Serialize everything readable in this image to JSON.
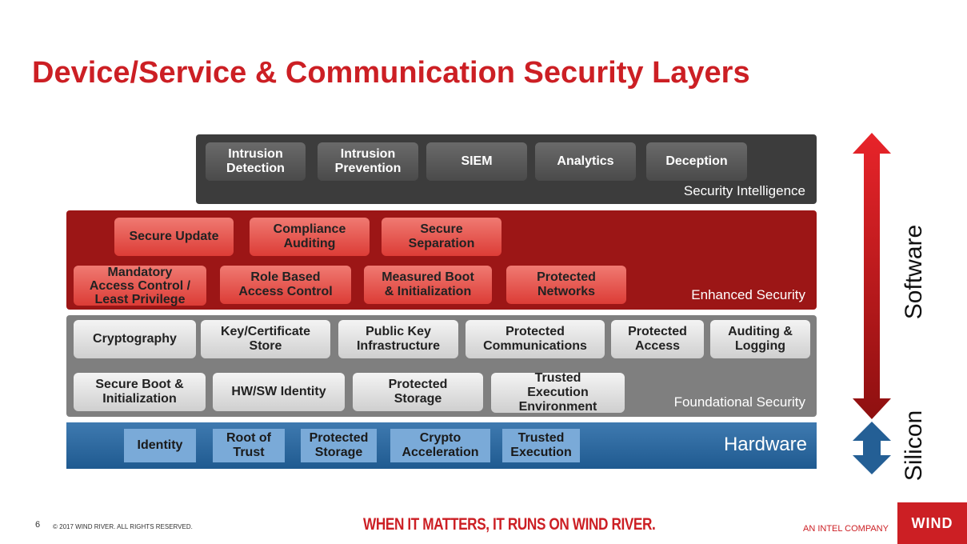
{
  "title": "Device/Service & Communication Security Layers",
  "layers": {
    "intelligence": {
      "label": "Security Intelligence",
      "items": [
        "Intrusion\nDetection",
        "Intrusion\nPrevention",
        "SIEM",
        "Analytics",
        "Deception"
      ]
    },
    "enhanced": {
      "label": "Enhanced Security",
      "row1": [
        "Secure Update",
        "Compliance\nAuditing",
        "Secure\nSeparation"
      ],
      "row2": [
        "Mandatory\nAccess Control /\nLeast Privilege",
        "Role Based\nAccess Control",
        "Measured Boot\n& Initialization",
        "Protected\nNetworks"
      ]
    },
    "foundational": {
      "label": "Foundational Security",
      "row1": [
        "Cryptography",
        "Key/Certificate\nStore",
        "Public Key\nInfrastructure",
        "Protected\nCommunications",
        "Protected\nAccess",
        "Auditing &\nLogging"
      ],
      "row2": [
        "Secure Boot &\nInitialization",
        "HW/SW Identity",
        "Protected\nStorage",
        "Trusted\nExecution\nEnvironment"
      ]
    },
    "hardware": {
      "label": "Hardware",
      "items": [
        "Identity",
        "Root of\nTrust",
        "Protected\nStorage",
        "Crypto\nAcceleration",
        "Trusted\nExecution"
      ]
    }
  },
  "arrows": {
    "software_label": "Software",
    "silicon_label": "Silicon"
  },
  "footer": {
    "page_number": "6",
    "copyright": "© 2017 WIND RIVER. ALL RIGHTS RESERVED.",
    "tagline": "WHEN IT MATTERS, IT RUNS ON WIND RIVER.",
    "intel_company": "AN INTEL COMPANY",
    "logo_text": "WIND"
  },
  "colors": {
    "title": "#cc1f24",
    "intelligence_bg": "#3c3c3c",
    "enhanced_bg": "#9c1616",
    "foundational_bg": "#7f7f7f",
    "hardware_bg": "#2a6aa0"
  }
}
